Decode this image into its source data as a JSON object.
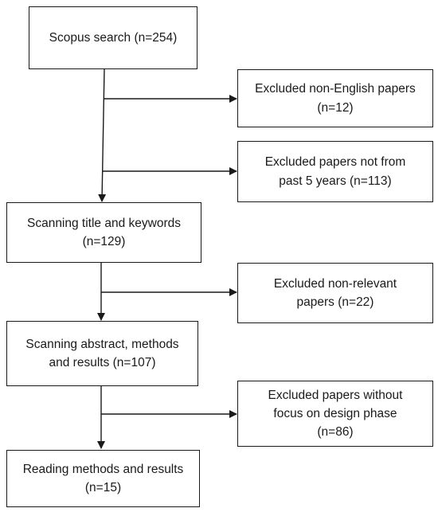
{
  "flowchart": {
    "main_steps": [
      {
        "id": "scopus_search",
        "lines": [
          "Scopus search (n=254)"
        ]
      },
      {
        "id": "scanning_title",
        "lines": [
          "Scanning title and keywords",
          "(n=129)"
        ]
      },
      {
        "id": "scanning_abstract",
        "lines": [
          "Scanning abstract, methods",
          "and results (n=107)"
        ]
      },
      {
        "id": "reading_methods",
        "lines": [
          "Reading methods and results",
          "(n=15)"
        ]
      }
    ],
    "exclusions": [
      {
        "id": "excl_non_english",
        "lines": [
          "Excluded non-English papers",
          "(n=12)"
        ]
      },
      {
        "id": "excl_not_recent",
        "lines": [
          "Excluded papers not from",
          "past 5 years (n=113)"
        ]
      },
      {
        "id": "excl_non_relevant",
        "lines": [
          "Excluded non-relevant",
          "papers (n=22)"
        ]
      },
      {
        "id": "excl_no_design_focus",
        "lines": [
          "Excluded papers without",
          "focus on design phase",
          "(n=86)"
        ]
      }
    ]
  }
}
